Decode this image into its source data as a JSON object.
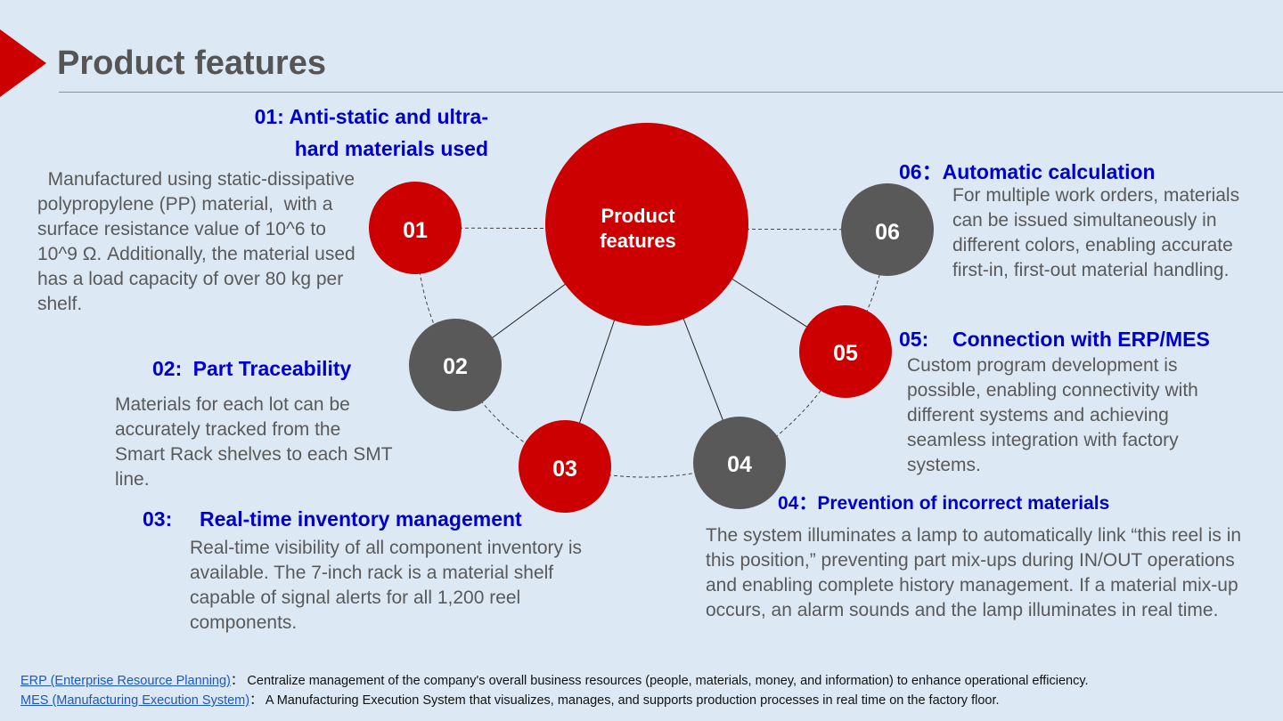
{
  "page": {
    "title": "Product features"
  },
  "colors": {
    "background": "#dce9f5",
    "accent_red": "#cc0000",
    "dark_gray": "#595959",
    "heading_blue": "#0000cc"
  },
  "center_circle": {
    "label": "Product features"
  },
  "nodes": [
    {
      "number": "01",
      "color": "red"
    },
    {
      "number": "02",
      "color": "gray"
    },
    {
      "number": "03",
      "color": "red"
    },
    {
      "number": "04",
      "color": "gray"
    },
    {
      "number": "05",
      "color": "red"
    },
    {
      "number": "06",
      "color": "gray"
    }
  ],
  "features": [
    {
      "num": "01:",
      "title": "Anti-static and ultra-hard materials used",
      "description": "  Manufactured using static-dissipative polypropylene (PP) material,  with a surface resistance value of 10^6 to 10^9 Ω. Additionally, the material used has a load capacity of over 80 kg per shelf."
    },
    {
      "num": "02:",
      "title": "Part Traceability",
      "description": "Materials for each lot can be accurately tracked from the Smart Rack shelves to each SMT line."
    },
    {
      "num": "03:",
      "title": "Real-time inventory management",
      "description": "Real-time visibility of all component inventory is available. The 7-inch rack is a material shelf capable of signal alerts for all 1,200 reel components."
    },
    {
      "num": "04：",
      "title": "Prevention of incorrect materials",
      "description": "The system illuminates a lamp to automatically link “this reel is in this position,” preventing part mix-ups during IN/OUT operations and enabling complete history management. If a material mix-up occurs, an alarm sounds and the lamp illuminates in real time."
    },
    {
      "num": "05:",
      "title": "Connection with ERP/MES",
      "description": "Custom program development is possible, enabling connectivity with different systems and achieving seamless integration with factory systems."
    },
    {
      "num": "06：",
      "title": "Automatic calculation",
      "description": "For multiple work orders, materials can be issued simultaneously in different colors, enabling accurate first-in, first-out material handling."
    }
  ],
  "footnotes": [
    {
      "term": "ERP (Enterprise Resource Planning)",
      "separator": "：",
      "text": "Centralize management of the company's overall business resources (people, materials, money, and information) to enhance operational efficiency."
    },
    {
      "term": "MES (Manufacturing Execution System)",
      "separator": "：",
      "text": "A Manufacturing Execution System that visualizes, manages, and supports production processes in real time on the factory floor."
    }
  ]
}
